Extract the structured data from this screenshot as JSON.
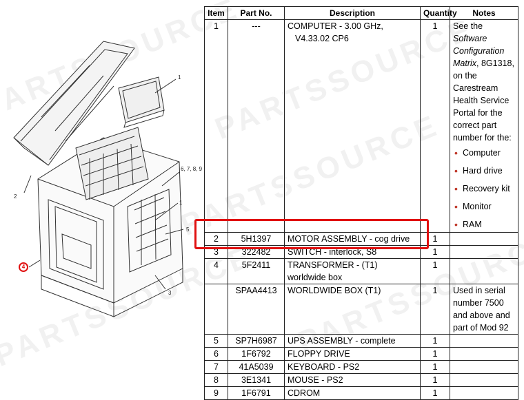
{
  "table": {
    "headers": {
      "item": "Item",
      "part": "Part No.",
      "description": "Description",
      "quantity": "Quantity",
      "notes": "Notes"
    },
    "row1": {
      "item": "1",
      "part": "---",
      "desc_line1": "COMPUTER - 3.00 GHz,",
      "desc_line2": "V4.33.02 CP6",
      "qty": "1",
      "notes_pre": "See the ",
      "notes_em": "Software Configuration Matrix",
      "notes_post": ", 8G1318, on the Carestream Health Service Portal for the correct part number for the:",
      "bullets": [
        "Computer",
        "Hard drive",
        "Recovery kit",
        "Monitor",
        "RAM"
      ]
    },
    "row2": {
      "item": "2",
      "part": "5H1397",
      "desc": "MOTOR ASSEMBLY - cog drive",
      "qty": "1",
      "notes": ""
    },
    "row3": {
      "item": "3",
      "part": "322482",
      "desc": "SWITCH - interlock, S8",
      "qty": "1",
      "notes": ""
    },
    "row4": {
      "item": "4",
      "part": "5F2411",
      "desc": "TRANSFORMER - (T1) worldwide box",
      "qty": "1",
      "notes": ""
    },
    "row4b": {
      "item": "",
      "part": "SPAA4413",
      "desc": "WORLDWIDE BOX (T1)",
      "qty": "1",
      "notes": "Used in serial number 7500 and above and part of Mod 92"
    },
    "row5": {
      "item": "5",
      "part": "SP7H6987",
      "desc": "UPS ASSEMBLY - complete",
      "qty": "1",
      "notes": ""
    },
    "row6": {
      "item": "6",
      "part": "1F6792",
      "desc": "FLOPPY DRIVE",
      "qty": "1",
      "notes": ""
    },
    "row7": {
      "item": "7",
      "part": "41A5039",
      "desc": "KEYBOARD - PS2",
      "qty": "1",
      "notes": ""
    },
    "row8": {
      "item": "8",
      "part": "3E1341",
      "desc": "MOUSE - PS2",
      "qty": "1",
      "notes": ""
    },
    "row9": {
      "item": "9",
      "part": "1F6791",
      "desc": "CDROM",
      "qty": "1",
      "notes": ""
    }
  },
  "diagram": {
    "callouts": {
      "c1a": "1",
      "c2": "2",
      "c6789": "6, 7, 8, 9",
      "c1b": "1",
      "c5": "5",
      "c3": "3"
    },
    "marker": "4"
  },
  "watermark": "PARTSSOURCE",
  "colors": {
    "highlight": "#e01010",
    "bullet": "#c0392b"
  }
}
